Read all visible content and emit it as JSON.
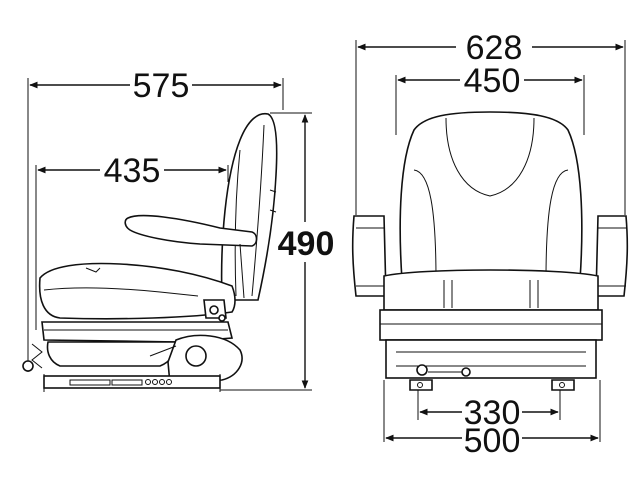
{
  "side_view": {
    "overall_depth": "575",
    "seat_depth": "435",
    "overall_height": "490"
  },
  "front_view": {
    "overall_width": "628",
    "backrest_width": "450",
    "rail_spacing": "330",
    "base_width": "500"
  }
}
